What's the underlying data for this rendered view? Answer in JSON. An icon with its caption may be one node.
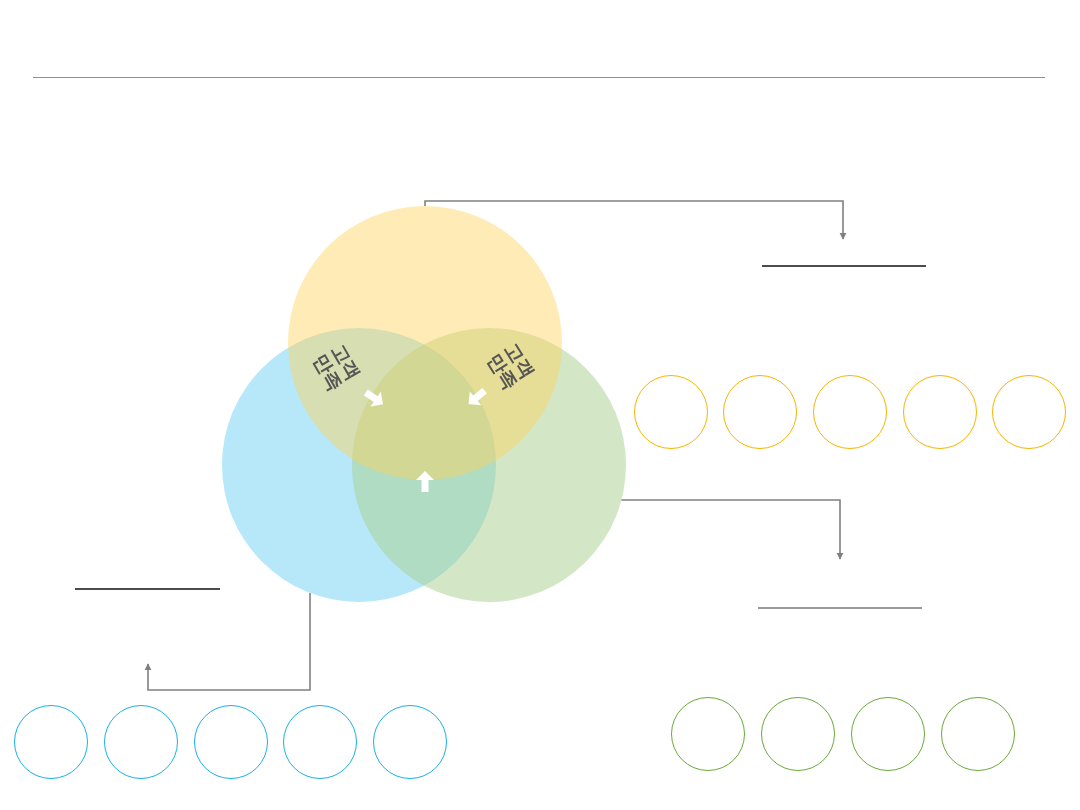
{
  "diagram": {
    "nodes": [
      {
        "text": [],
        "shape": "circle"
      },
      {
        "text": [],
        "shape": "circle"
      },
      {
        "text": [],
        "shape": "circle"
      },
      {
        "text": [],
        "shape": "circle"
      },
      {
        "text": [],
        "shape": "circle"
      },
      {
        "text": [],
        "shape": "circle"
      },
      {
        "text": [],
        "shape": "circle"
      },
      {
        "text": [],
        "shape": "circle"
      },
      {
        "text": [],
        "shape": "circle"
      },
      {
        "text": [],
        "shape": "circle"
      },
      {
        "text": [],
        "shape": "circle"
      },
      {
        "text": [],
        "shape": "circle"
      },
      {
        "text": [],
        "shape": "circle"
      },
      {
        "text": [],
        "shape": "circle"
      },
      {
        "text": [],
        "shape": "circle"
      },
      {
        "text": [],
        "shape": "circle"
      },
      {
        "text": [],
        "shape": "circle"
      }
    ],
    "edges": [
      {
        "from": 0,
        "to": null,
        "arrow": "to"
      },
      {
        "from": 2,
        "to": null,
        "arrow": "to"
      },
      {
        "from": 1,
        "to": null,
        "arrow": "to"
      }
    ],
    "labels": [
      "고객 만족",
      "고객 만족"
    ]
  }
}
